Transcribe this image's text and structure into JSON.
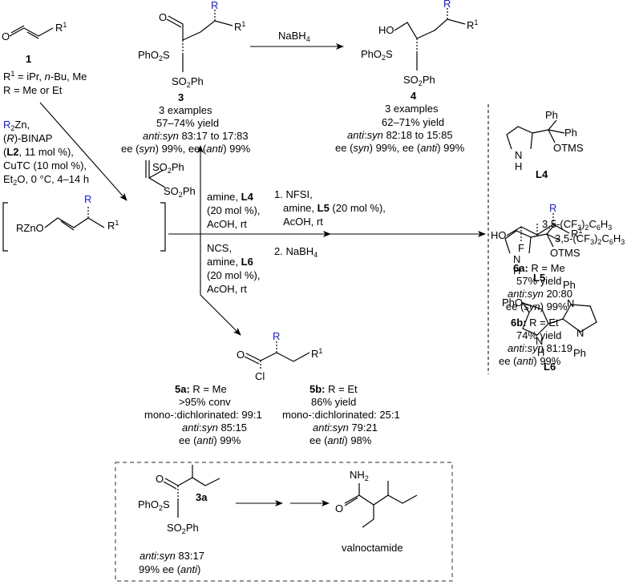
{
  "sm": {
    "aldehyde_o": "O",
    "r1": "R",
    "r1_sup": "1",
    "num": "1",
    "r1_def_pre": "R",
    "r1_def_sup": "1",
    "r1_def_post": " = iPr, ",
    "nbu": "n",
    "r1_def_tail": "-Bu, Me",
    "r_def": "R = Me or Et"
  },
  "cond1": {
    "r": "R",
    "zn_sub": "2",
    "zn": "Zn,",
    "binap_open": "(",
    "binap_r": "R",
    "binap_rest": ")-BINAP",
    "l2_open": "(",
    "l2": "L2",
    "l2_rest": ", 11 mol %),",
    "cutc": "CuTC (10 mol %),",
    "et": "Et",
    "et_sub": "2",
    "et_rest": "O, 0 °C, 4–14 h"
  },
  "enolate": {
    "text": "RZnO",
    "r": "R",
    "r1": "R",
    "r1_sup": "1"
  },
  "vinyl": {
    "so2ph_top": "SO",
    "sub": "2",
    "ph": "Ph",
    "so2ph_bot": "SO",
    "sub2": "2",
    "ph2": "Ph"
  },
  "cond_l4": {
    "amine": "amine, ",
    "l4": "L4",
    "loading": "(20 mol %),",
    "acid": "AcOH, rt"
  },
  "cond_l5": {
    "step1": "1. NFSI,",
    "amine": "amine, ",
    "l5": "L5",
    "loading": " (20 mol %),",
    "acid": "AcOH, rt",
    "step2": "2. NaBH",
    "step2_sub": "4"
  },
  "cond_l6": {
    "ncs": "NCS,",
    "amine": "amine, ",
    "l6": "L6",
    "loading": "(20 mol %),",
    "acid": "AcOH, rt"
  },
  "nabh4": {
    "text": "NaBH",
    "sub": "4"
  },
  "p3": {
    "o": "O",
    "r": "R",
    "r1": "R",
    "r1_sup": "1",
    "phso2": "PhO",
    "phso2_sub": "2",
    "phso2_s": "S",
    "so2ph": "SO",
    "so2ph_sub": "2",
    "so2ph_ph": "Ph",
    "num": "3",
    "examples": "3 examples",
    "yield": "57–74% yield",
    "anti": "anti",
    "syn": "syn",
    "ratio": " 83:17 to 17:83",
    "ee_pre": "ee (",
    "ee_syn": "syn",
    "ee_mid": ") 99%, ee (",
    "ee_anti": "anti",
    "ee_post": ") 99%"
  },
  "p4": {
    "ho": "HO",
    "r": "R",
    "r1": "R",
    "r1_sup": "1",
    "phso2": "PhO",
    "phso2_sub": "2",
    "phso2_s": "S",
    "so2ph": "SO",
    "so2ph_sub": "2",
    "so2ph_ph": "Ph",
    "num": "4",
    "examples": "3 examples",
    "yield": "62–71% yield",
    "anti": "anti",
    "syn": "syn",
    "ratio": " 82:18 to 15:85",
    "ee_pre": "ee (",
    "ee_syn": "syn",
    "ee_mid": ") 99%, ee (",
    "ee_anti": "anti",
    "ee_post": ") 99%"
  },
  "p5": {
    "o": "O",
    "cl": "Cl",
    "r": "R",
    "r1": "R",
    "r1_sup": "1",
    "a_label": "5a:",
    "a_r": " R = Me",
    "a_conv": ">95% conv",
    "a_mono": "mono-:dichlorinated: 99:1",
    "a_anti": "anti",
    "a_syn": "syn",
    "a_ratio": " 85:15",
    "a_ee_pre": "ee (",
    "a_ee_anti": "anti",
    "a_ee_post": ") 99%",
    "b_label": "5b:",
    "b_r": " R = Et",
    "b_yield": "86% yield",
    "b_mono": "mono-:dichlorinated: 25:1",
    "b_anti": "anti",
    "b_syn": "syn",
    "b_ratio": " 79:21",
    "b_ee_pre": "ee (",
    "b_ee_anti": "anti",
    "b_ee_post": ") 98%"
  },
  "p6": {
    "ho": "HO",
    "f": "F",
    "r": "R",
    "r1": "R",
    "r1_sup": "1",
    "a_label": "6a:",
    "a_r": " R = Me",
    "a_yield": "57% yield",
    "a_anti": "anti",
    "a_syn": "syn",
    "a_ratio": " 20:80",
    "a_ee_pre": "ee (",
    "a_ee_syn": "syn",
    "a_ee_post": ") 99%",
    "b_label": "6b:",
    "b_r": " R = Et",
    "b_yield": "74% yield",
    "b_anti": "anti",
    "b_syn": "syn",
    "b_ratio": " 81:19",
    "b_ee_pre": "ee (",
    "b_ee_anti": "anti",
    "b_ee_post": ") 99%"
  },
  "ligands": {
    "l4_ph1": "Ph",
    "l4_ph2": "Ph",
    "l4_otms": "OTMS",
    "l4_nh": "N",
    "l4_h": "H",
    "l4_label": "L4",
    "l5_ar1": "3,5-(CF",
    "l5_ar1_sub": "3",
    "l5_ar1_mid": ")",
    "l5_ar1_sub2": "2",
    "l5_ar1_end": "C",
    "l5_ar1_sub3": "6",
    "l5_ar1_h": "H",
    "l5_ar1_sub4": "3",
    "l5_ar2": "3,5-(CF",
    "l5_ar2_sub": "3",
    "l5_ar2_mid": ")",
    "l5_ar2_sub2": "2",
    "l5_ar2_end": "C",
    "l5_ar2_sub3": "6",
    "l5_ar2_h": "H",
    "l5_ar2_sub4": "3",
    "l5_otms": "OTMS",
    "l5_nh": "N",
    "l5_h": "H",
    "l5_label": "L5",
    "l6_pho": "PhO",
    "l6_ph1": "Ph",
    "l6_ph2": "Ph",
    "l6_n1": "N",
    "l6_n2": "N",
    "l6_nh": "N",
    "l6_h": "H",
    "l6_label": "L6"
  },
  "app": {
    "o": "O",
    "num": "3a",
    "phso2": "PhO",
    "phso2_sub": "2",
    "phso2_s": "S",
    "so2ph": "SO",
    "so2ph_sub": "2",
    "so2ph_ph": "Ph",
    "anti": "anti",
    "syn": "syn",
    "ratio": " 83:17",
    "ee": "99% ee (",
    "ee_anti": "anti",
    "ee_post": ")",
    "nh2": "NH",
    "nh2_sub": "2",
    "o2": "O",
    "valnoctamide": "valnoctamide"
  }
}
